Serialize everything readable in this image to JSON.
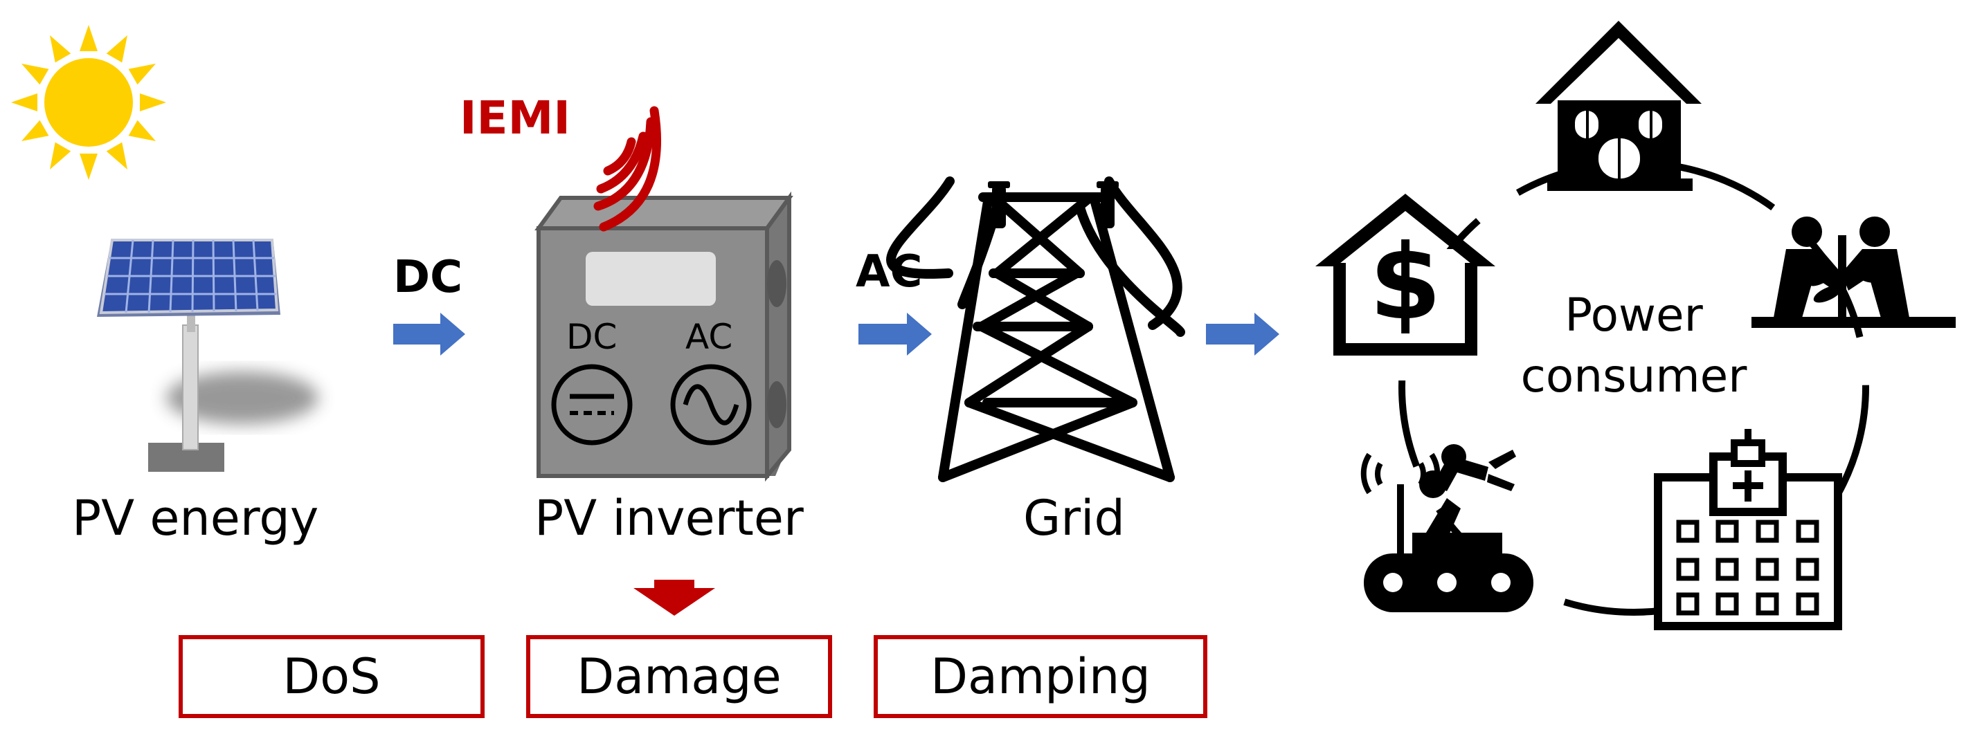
{
  "labels": {
    "pv_energy": "PV energy",
    "pv_inverter": "PV inverter",
    "grid": "Grid",
    "dc_flow": "DC",
    "ac_flow": "AC",
    "iemi": "IEMI",
    "inverter_dc": "DC",
    "inverter_ac": "AC",
    "consumer_line1": "Power",
    "consumer_line2": "consumer",
    "dollar": "$"
  },
  "effects": [
    "DoS",
    "Damage",
    "Damping"
  ],
  "icons": [
    "sun-icon",
    "solar-panel-icon",
    "inverter-icon",
    "antenna-waves-icon",
    "transmission-tower-icon",
    "house-dollar-icon",
    "house-icon",
    "farming-icon",
    "hospital-icon",
    "robot-icon"
  ],
  "colors": {
    "arrow_blue": "#4472c4",
    "alert_red": "#c00000",
    "sun": "#ffd000",
    "panel": "#2f4ea8",
    "inverter": "#8a8a8a"
  }
}
